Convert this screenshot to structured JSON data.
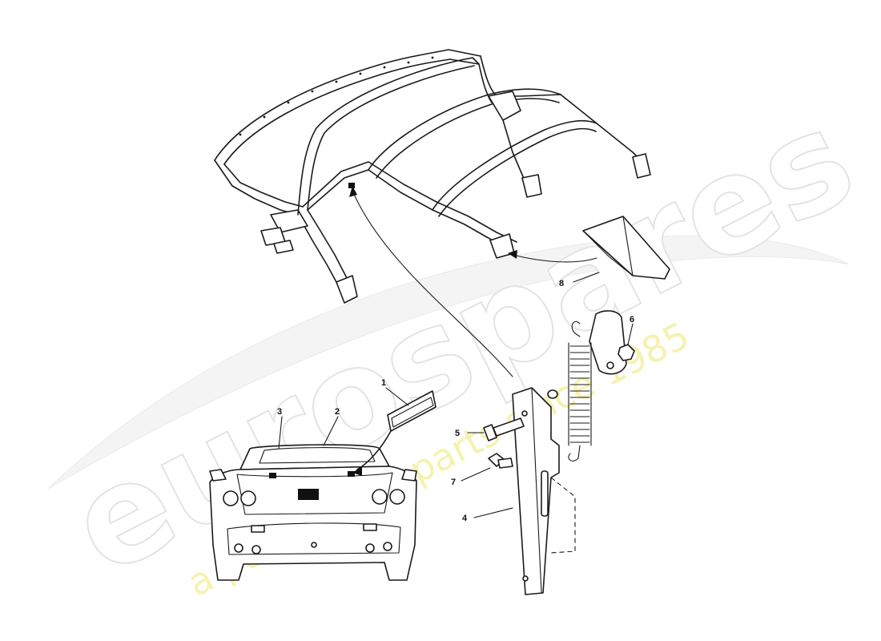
{
  "watermark": {
    "brand": "eurospares",
    "tagline": "a passion for parts since 1985",
    "tagline_color": "#f3f0a2"
  },
  "diagram": {
    "callouts": [
      {
        "id": "1",
        "label": "1"
      },
      {
        "id": "2",
        "label": "2"
      },
      {
        "id": "3",
        "label": "3"
      },
      {
        "id": "4",
        "label": "4"
      },
      {
        "id": "5",
        "label": "5"
      },
      {
        "id": "6",
        "label": "6"
      },
      {
        "id": "7",
        "label": "7"
      },
      {
        "id": "8",
        "label": "8"
      }
    ]
  }
}
